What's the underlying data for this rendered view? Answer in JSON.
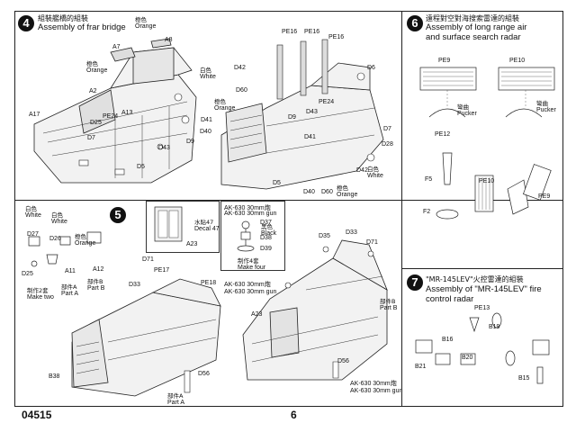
{
  "footer": {
    "code": "04515",
    "page": "6"
  },
  "steps": [
    {
      "num": "4",
      "cn": "組裝艦橋的組裝",
      "en": "Assembly of frar bridge"
    },
    {
      "num": "5",
      "cn": "",
      "en": ""
    },
    {
      "num": "6",
      "cn": "遠程對空對海搜索雷達的組裝",
      "en1": "Assembly of long range air",
      "en2": "and surface search radar"
    },
    {
      "num": "7",
      "cn1": "\"MR-145LEV\"火控雷達的組裝",
      "en1": "Assembly of \"MR-145LEV\" fire",
      "en2": "control radar"
    }
  ],
  "step4_labels": [
    {
      "t": "A7"
    },
    {
      "t": "A8"
    },
    {
      "t": "A2"
    },
    {
      "t": "A17"
    },
    {
      "t": "D25"
    },
    {
      "t": "PE24"
    },
    {
      "t": "A13"
    },
    {
      "t": "D7"
    },
    {
      "t": "D42"
    },
    {
      "t": "D60"
    },
    {
      "t": "D41"
    },
    {
      "t": "D40"
    },
    {
      "t": "D9"
    },
    {
      "t": "D43"
    },
    {
      "t": "D5"
    },
    {
      "t": "PE16"
    },
    {
      "t": "PE16"
    },
    {
      "t": "PE16"
    },
    {
      "t": "D6"
    },
    {
      "t": "PE24"
    },
    {
      "t": "D9"
    },
    {
      "t": "D43"
    },
    {
      "t": "D7"
    },
    {
      "t": "D28"
    },
    {
      "t": "D41"
    },
    {
      "t": "D42"
    },
    {
      "t": "D40"
    },
    {
      "t": "D60"
    },
    {
      "t": "D5"
    }
  ],
  "step4_colors": {
    "orange_cn": "橙色",
    "orange_en": "Orange",
    "white_cn": "白色",
    "white_en": "White"
  },
  "step5_left": {
    "white1_cn": "白色",
    "white1_en": "White",
    "white2_cn": "白色",
    "white2_en": "White",
    "orange_cn": "橙色",
    "orange_en": "Orange",
    "d27": "D27",
    "d26": "D26",
    "a11": "A11",
    "a12": "A12",
    "d25": "D25",
    "make_two_cn": "制作2套",
    "make_two_en": "Make two",
    "parta_cn": "部件A",
    "parta_en": "Part A",
    "partb_cn": "部件B",
    "partb_en": "Part B"
  },
  "step5_inset": {
    "a23": "A23",
    "decal_cn": "水貼47",
    "decal_en": "Decal 47"
  },
  "step5_gun": {
    "title1": "AK-630 30mm炮",
    "title2": "AK-630 30mm gun",
    "d37": "D37",
    "black_cn": "黑色",
    "black_en": "Black",
    "d38": "D38",
    "d39": "D39",
    "make_four_cn": "制作4套",
    "make_four_en": "Make four"
  },
  "step5_main": {
    "d71": "D71",
    "pe17": "PE17",
    "pe18": "PE18",
    "d33": "D33",
    "d35": "D35",
    "d33b": "D33",
    "d71b": "D71",
    "gun1": "AK-630 30mm炮",
    "gun2": "AK-630 30mm gun",
    "a23": "A23",
    "partb_cn": "部件B",
    "partb_en": "Part B",
    "b38": "B38",
    "d56": "D56",
    "d56b": "D56",
    "parta_cn": "部件A",
    "parta_en": "Part A",
    "gun3": "AK-630 30mm炮",
    "gun4": "AK-630 30mm gun"
  },
  "step6": {
    "pe9": "PE9",
    "pe10": "PE10",
    "pucker_cn": "彎曲",
    "pucker_en": "Pucker",
    "pe12": "PE12",
    "f5": "F5",
    "f2": "F2",
    "pe10b": "PE10",
    "pe9b": "PE9"
  },
  "step7": {
    "pe13": "PE13",
    "b19": "B19",
    "b16": "B16",
    "b20": "B20",
    "b21": "B21",
    "b15": "B15"
  }
}
